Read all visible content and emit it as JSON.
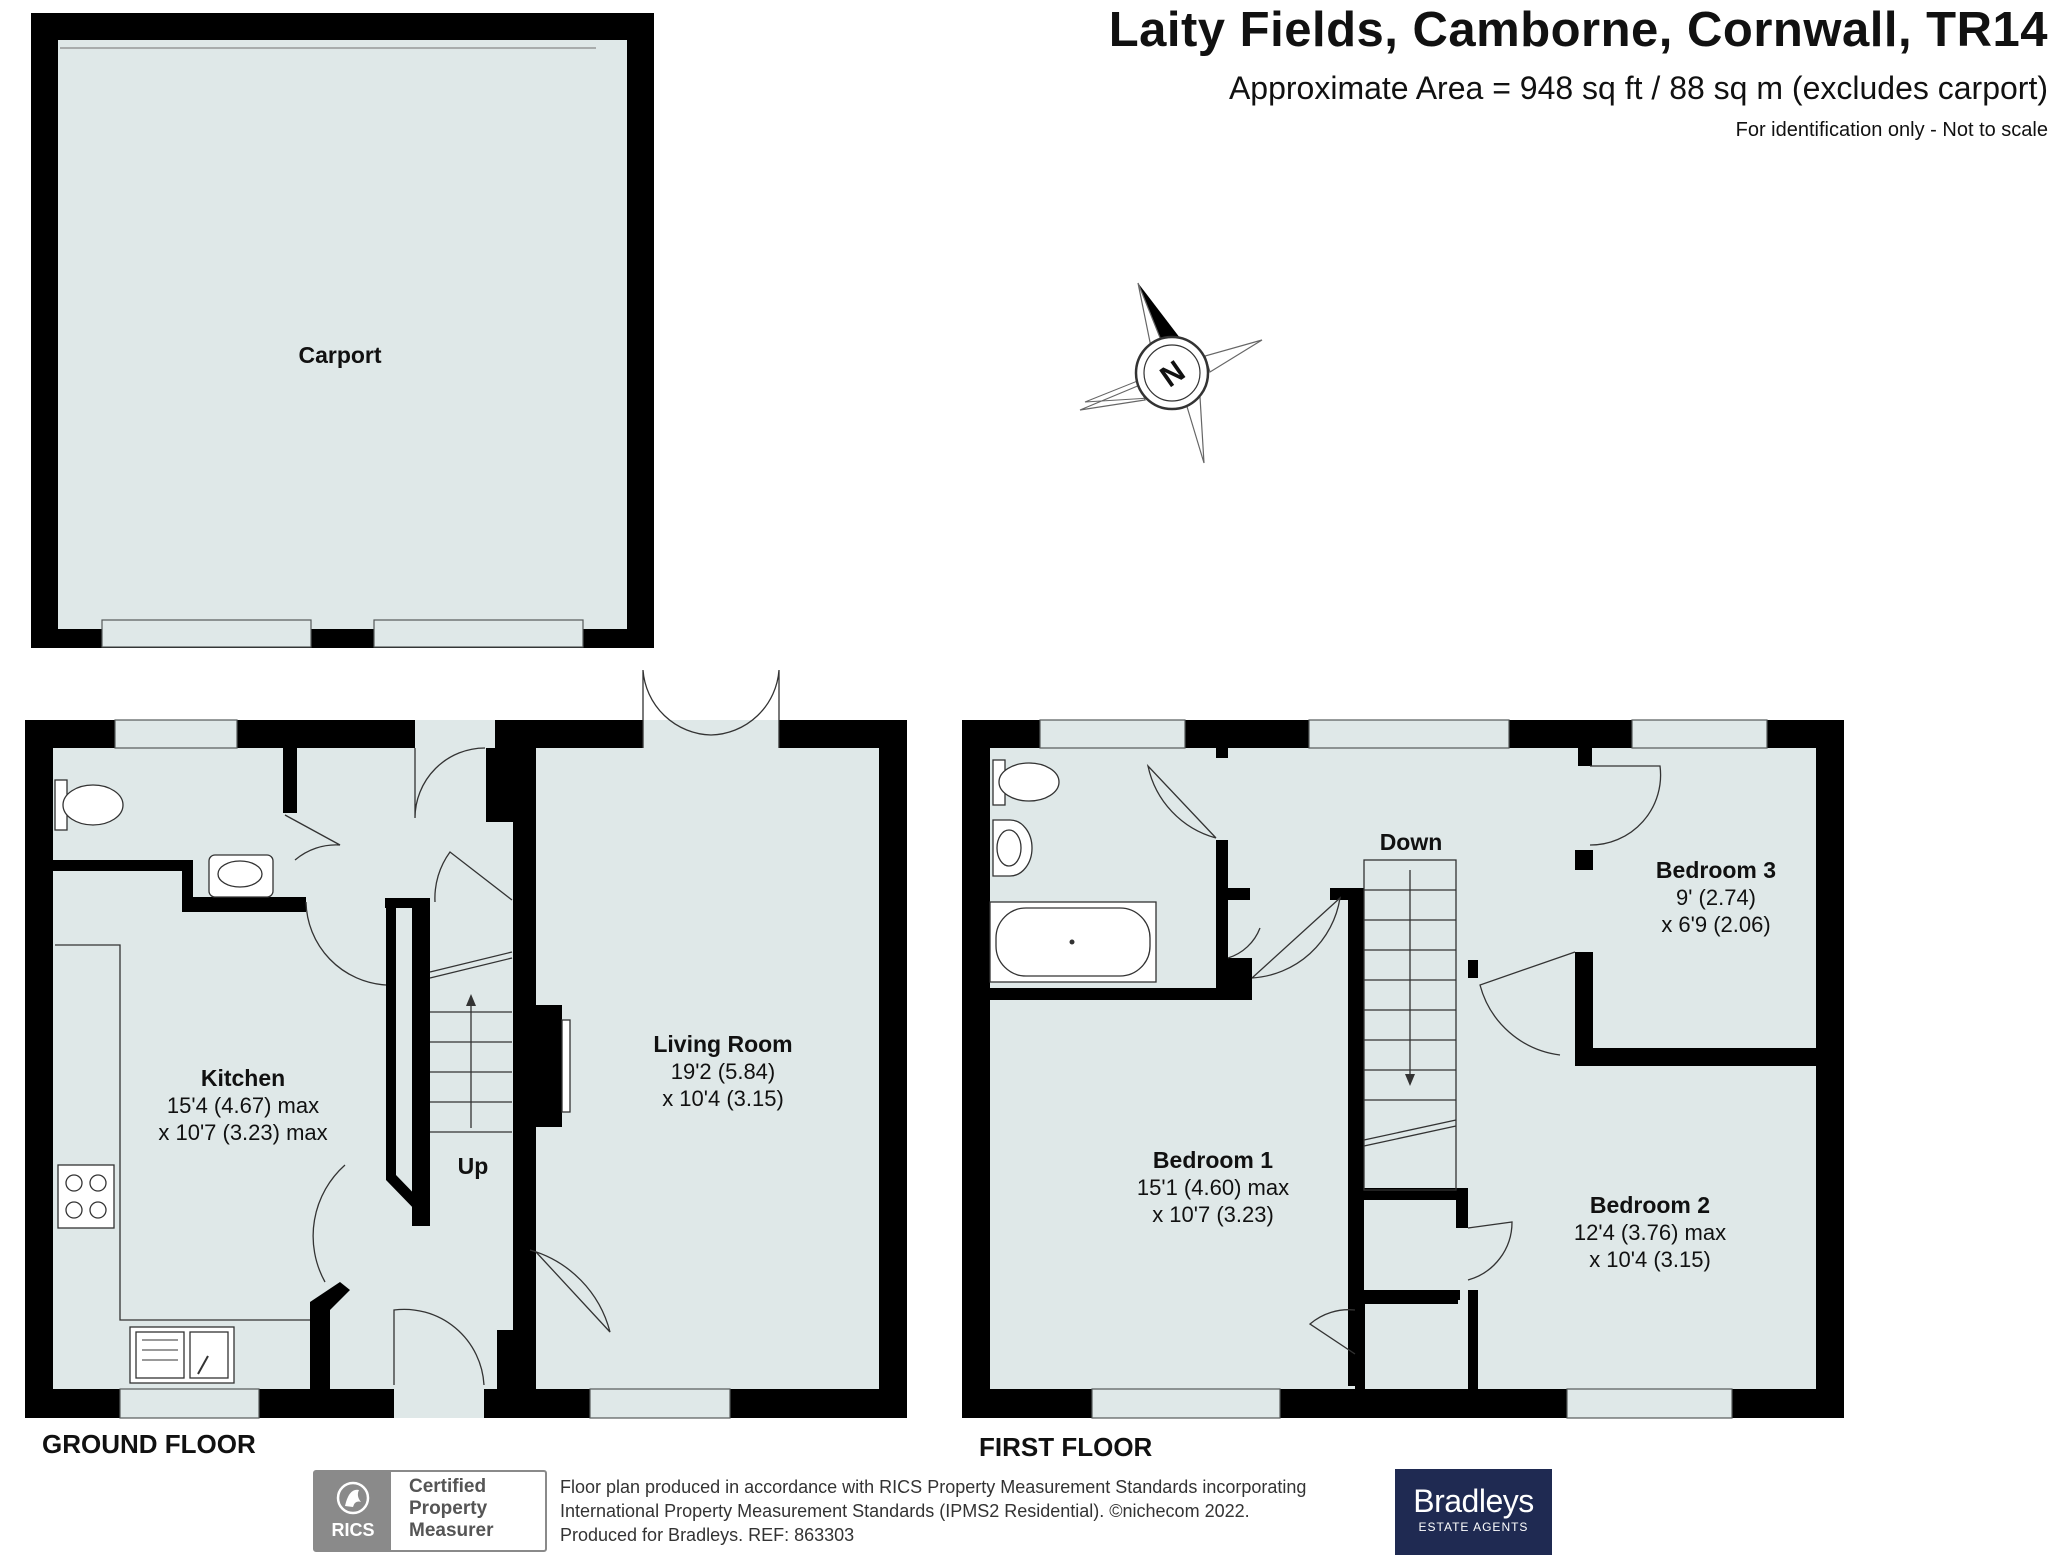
{
  "header": {
    "address": "Laity Fields, Camborne, Cornwall, TR14",
    "area": "Approximate Area = 948 sq ft / 88 sq m (excludes carport)",
    "note": "For identification only - Not to scale"
  },
  "compass": {
    "letter": "N"
  },
  "ground_floor": {
    "label": "GROUND FLOOR",
    "carport": {
      "name": "Carport"
    },
    "kitchen": {
      "name": "Kitchen",
      "dim1": "15'4 (4.67) max",
      "dim2": "x 10'7 (3.23) max"
    },
    "living_room": {
      "name": "Living Room",
      "dim1": "19'2 (5.84)",
      "dim2": "x 10'4 (3.15)"
    },
    "stairs_label": "Up"
  },
  "first_floor": {
    "label": "FIRST FLOOR",
    "stairs_label": "Down",
    "bedroom1": {
      "name": "Bedroom 1",
      "dim1": "15'1 (4.60) max",
      "dim2": "x 10'7 (3.23)"
    },
    "bedroom2": {
      "name": "Bedroom 2",
      "dim1": "12'4 (3.76) max",
      "dim2": "x 10'4 (3.15)"
    },
    "bedroom3": {
      "name": "Bedroom 3",
      "dim1": "9' (2.74)",
      "dim2": "x 6'9 (2.06)"
    }
  },
  "footer": {
    "rics_word": "RICS",
    "rics_cert": [
      "Certified",
      "Property",
      "Measurer"
    ],
    "text_lines": [
      "Floor plan produced in accordance with RICS Property Measurement Standards incorporating",
      "International Property Measurement Standards (IPMS2 Residential).   ©nichecom 2022.",
      "Produced for Bradleys.   REF: 863303"
    ],
    "agent_name": "Bradleys",
    "agent_sub": "ESTATE AGENTS"
  },
  "colors": {
    "floor_fill": "#dfe8e8",
    "wall": "#000000",
    "agent_bg": "#1f2a52",
    "badge_grey": "#8a8a8a"
  }
}
